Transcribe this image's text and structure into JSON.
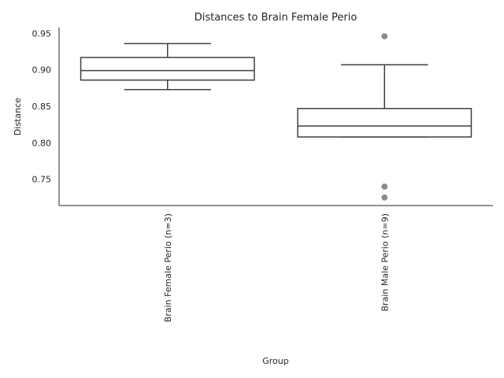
{
  "chart_data": {
    "type": "box",
    "title": "Distances to Brain Female Perio",
    "xlabel": "Group",
    "ylabel": "Distance",
    "ylim": [
      0.714,
      0.958
    ],
    "yticks": [
      0.75,
      0.8,
      0.85,
      0.9,
      0.95
    ],
    "ytick_labels": [
      "0.75",
      "0.80",
      "0.85",
      "0.90",
      "0.95"
    ],
    "grid": false,
    "colors": {
      "box_edge": "#3f3f3f",
      "box_fill": "#ffffff",
      "outlier": "#8c8c8c",
      "axis": "#262626"
    },
    "groups": [
      {
        "label": "Brain Female Perio (n=3)",
        "whisker_low": 0.873,
        "q1": 0.886,
        "median": 0.899,
        "q3": 0.917,
        "whisker_high": 0.936,
        "outliers": []
      },
      {
        "label": "Brain Male Perio (n=9)",
        "whisker_low": 0.808,
        "q1": 0.808,
        "median": 0.823,
        "q3": 0.847,
        "whisker_high": 0.907,
        "outliers": [
          0.946,
          0.74,
          0.725
        ]
      }
    ]
  }
}
